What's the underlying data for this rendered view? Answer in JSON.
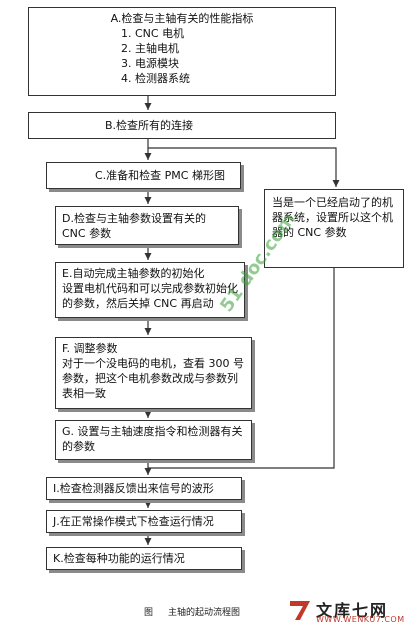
{
  "flowchart": {
    "box_a": {
      "title": "A.检查与主轴有关的性能指标",
      "items": [
        "1.   CNC 电机",
        "2.   主轴电机",
        "3.   电源模块",
        "4.   检测器系统"
      ]
    },
    "box_b": "B.检查所有的连接",
    "box_c": "C.准备和检查 PMC 梯形图",
    "box_side": "当是一个已经启动了的机器系统，设置所以这个机器的 CNC 参数",
    "box_d": "D.检查与主轴参数设置有关的 CNC 参数",
    "box_e": [
      "E.自动完成主轴参数的初始化",
      "设置电机代码和可以完成参数初始化的参数，然后关掉 CNC 再启动"
    ],
    "box_f": [
      "F. 调整参数",
      "对于一个没电码的电机，查看 300 号参数，把这个电机参数改成与参数列表相一致"
    ],
    "box_g": "G. 设置与主轴速度指令和检测器有关的参数",
    "box_i": "I.检查检测器反馈出来信号的波形",
    "box_j": "J.在正常操作模式下检查运行情况",
    "box_k": "K.检查每种功能的运行情况"
  },
  "caption": {
    "figure": "图",
    "title": "主轴的起动流程图"
  },
  "watermark": "51 doc.com",
  "logo": {
    "name": "文库七网",
    "url": "WWW.WENKU7.COM",
    "accent": "#c0392b"
  },
  "colors": {
    "line": "#333333",
    "watermark": "#3da23d"
  }
}
